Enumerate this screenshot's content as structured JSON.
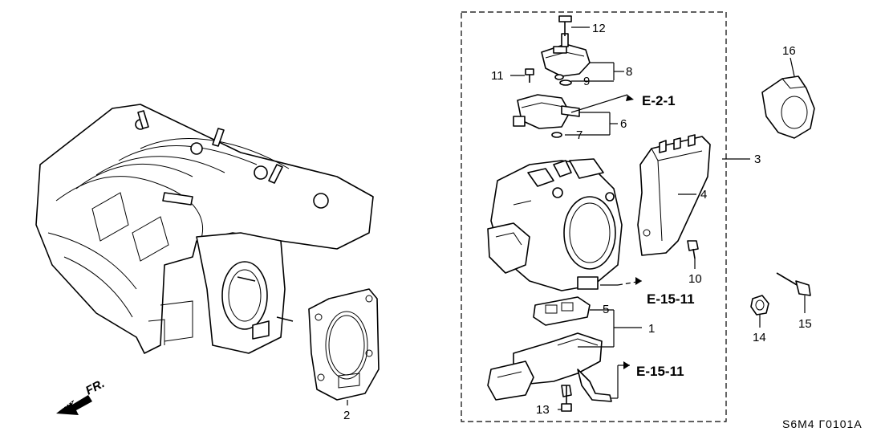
{
  "callouts": {
    "c1": "1",
    "c2": "2",
    "c3": "3",
    "c4": "4",
    "c5": "5",
    "c6": "6",
    "c7": "7",
    "c8": "8",
    "c9": "9",
    "c10": "10",
    "c11": "11",
    "c12": "12",
    "c13": "13",
    "c14": "14",
    "c15": "15",
    "c16": "16"
  },
  "references": {
    "e21": "E-2-1",
    "e1511_a": "E-15-11",
    "e1511_b": "E-15-11"
  },
  "direction": "FR.",
  "diagram_code": "S6M4 Γ0101A"
}
